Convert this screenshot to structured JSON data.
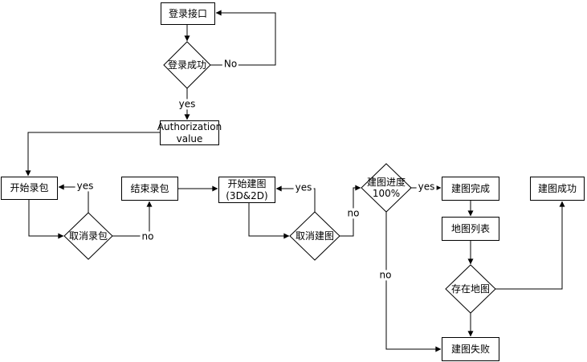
{
  "diagram": {
    "title": "login-and-mapping-flowchart",
    "colors": {
      "stroke": "#000000",
      "node_fill": "#ffffff",
      "background": "#ffffff",
      "text": "#000000"
    },
    "nodes": {
      "login_api": "登录接口",
      "login_success": "登录成功",
      "auth_value": "Authorization value",
      "start_record": "开始录包",
      "cancel_record": "取消录包",
      "end_record": "结束录包",
      "start_mapping": "开始建图 (3D&2D)",
      "cancel_mapping": "取消建图",
      "mapping_progress": "建图进度 100%",
      "mapping_done": "建图完成",
      "map_list": "地图列表",
      "map_exists": "存在地图",
      "mapping_success": "建图成功",
      "mapping_failed": "建图失败"
    },
    "edge_labels": {
      "login_no": "No",
      "login_yes": "yes",
      "record_yes": "yes",
      "record_no": "no",
      "mapping_yes": "yes",
      "mapping_no": "no",
      "progress_yes": "yes",
      "progress_no": "no"
    }
  }
}
